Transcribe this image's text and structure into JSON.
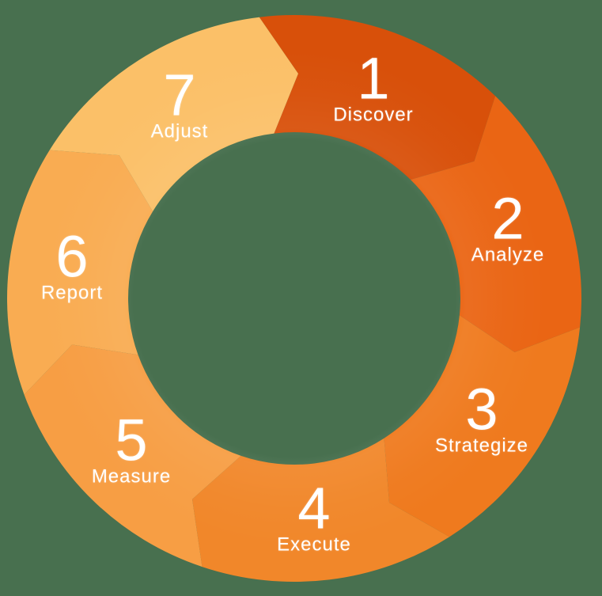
{
  "background_color": "#48704F",
  "text_color": "#FFFFFF",
  "chart_data": {
    "type": "pie",
    "subtype": "donut-process-cycle",
    "title": "",
    "direction": "clockwise",
    "segment_count": 7,
    "values": [
      1,
      1,
      1,
      1,
      1,
      1,
      1
    ],
    "segments": [
      {
        "number": "1",
        "label": "Discover",
        "color": "#D8500A"
      },
      {
        "number": "2",
        "label": "Analyze",
        "color": "#EA6514"
      },
      {
        "number": "3",
        "label": "Strategize",
        "color": "#EF7A1E"
      },
      {
        "number": "4",
        "label": "Execute",
        "color": "#F1872A"
      },
      {
        "number": "5",
        "label": "Measure",
        "color": "#F79E44"
      },
      {
        "number": "6",
        "label": "Report",
        "color": "#F9AC52"
      },
      {
        "number": "7",
        "label": "Adjust",
        "color": "#FBC068"
      }
    ]
  }
}
